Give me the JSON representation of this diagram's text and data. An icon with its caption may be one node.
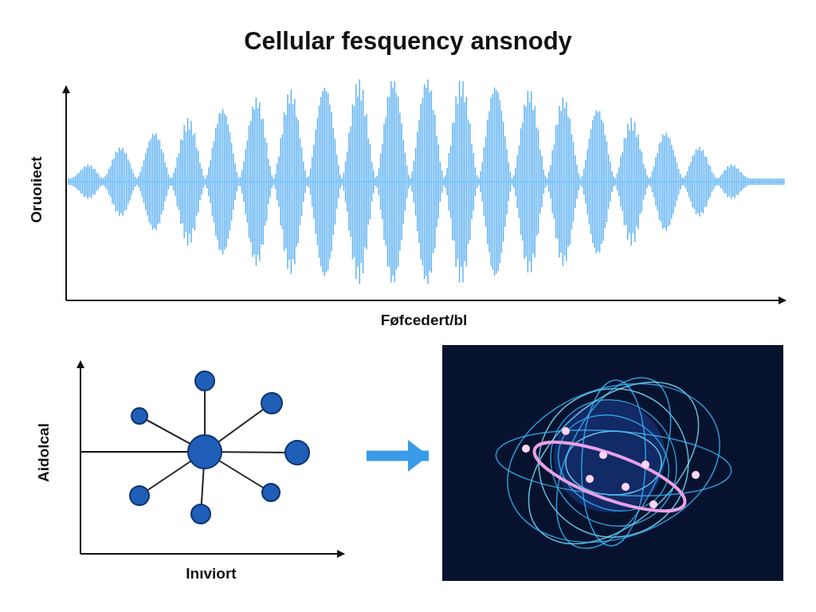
{
  "diagram": {
    "title": "Cellular fesquency ansnody",
    "nodes": [
      {
        "text": [],
        "shape": "picture"
      },
      {
        "text": [],
        "shape": "picture"
      }
    ],
    "edges": [
      {
        "from": 0,
        "to": 1,
        "arrow": "to",
        "color": "#3a9be8"
      }
    ],
    "labels": [
      "Oruoıiect",
      "Føfcedert/bl",
      "Aidolcal",
      "Inıviort"
    ]
  }
}
